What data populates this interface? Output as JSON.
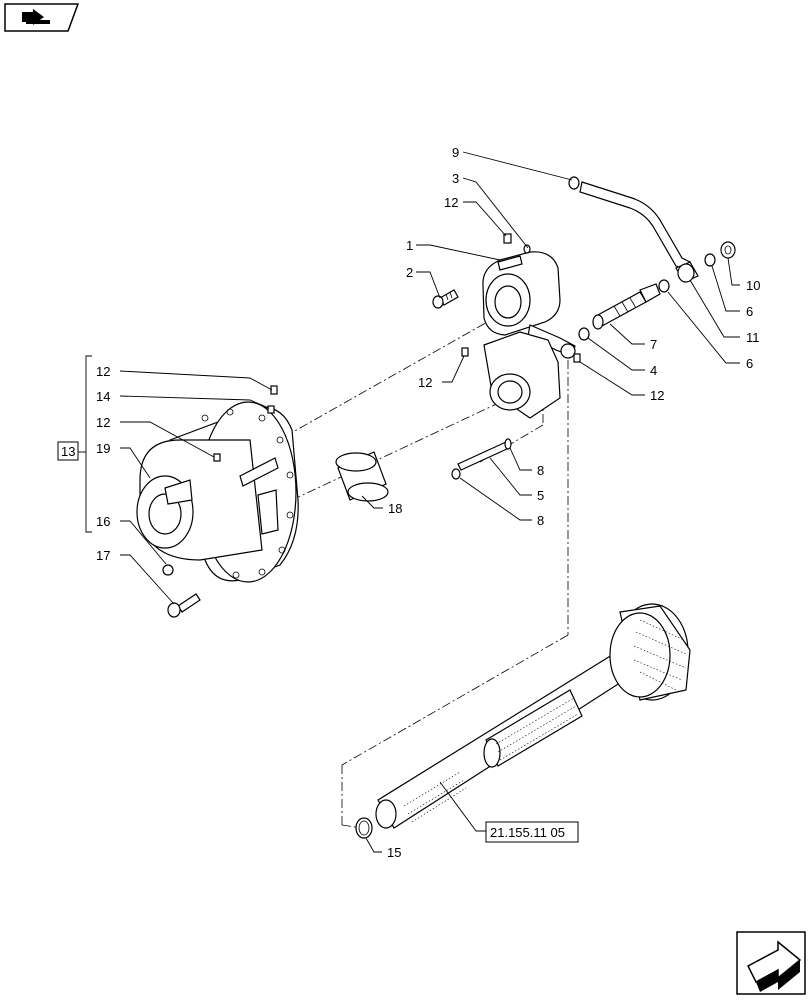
{
  "nav": {
    "prev_icon": "back-arrow-icon",
    "next_icon": "next-page-arrow-icon"
  },
  "callouts": {
    "c1": "1",
    "c2": "2",
    "c3": "3",
    "c4": "4",
    "c5": "5",
    "c6a": "6",
    "c6b": "6",
    "c7": "7",
    "c8a": "8",
    "c8b": "8",
    "c9": "9",
    "c10": "10",
    "c11": "11",
    "c12a": "12",
    "c12b": "12",
    "c12c": "12",
    "c12d": "12",
    "c12e": "12",
    "c13": "13",
    "c14": "14",
    "c15": "15",
    "c16": "16",
    "c17": "17",
    "c18": "18",
    "c19": "19"
  },
  "reference": {
    "label": "21.155.11 05"
  }
}
